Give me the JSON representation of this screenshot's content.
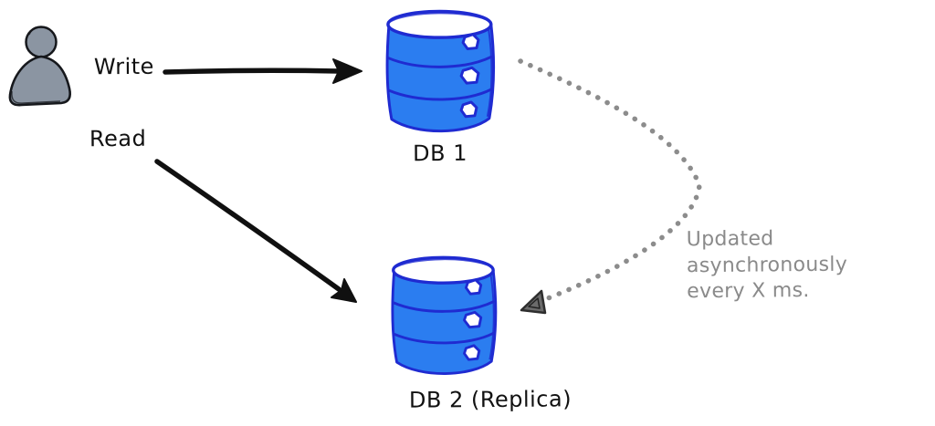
{
  "diagram": {
    "actor": {
      "icon": "person-icon",
      "fill": "#8b95a2",
      "stroke": "#16181c"
    },
    "nodes": {
      "db1": {
        "label": "DB 1",
        "icon": "database-icon"
      },
      "db2": {
        "label": "DB 2 (Replica)",
        "icon": "database-icon"
      }
    },
    "edges": {
      "write": {
        "label": "Write",
        "style": "solid-black-arrow"
      },
      "read": {
        "label": "Read",
        "style": "solid-black-arrow"
      },
      "replication": {
        "label_line1": "Updated asynchronously",
        "label_line2": "every X ms.",
        "style": "dotted-gray-curved-arrow"
      }
    },
    "colors": {
      "db_fill": "#2b7df0",
      "db_stroke": "#1f2bd1",
      "actor_fill": "#8b95a2",
      "solid_arrow": "#101010",
      "dotted_arrow": "#8c8c8c",
      "annotation_text": "#8a8a8a",
      "background": "#ffffff"
    }
  }
}
